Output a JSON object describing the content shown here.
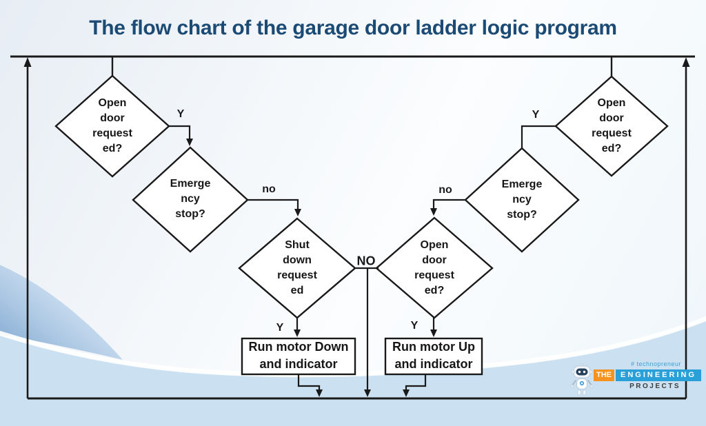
{
  "title": "The flow chart of the garage door ladder logic program",
  "flowchart": {
    "nodes": {
      "d1": {
        "label": "Open\ndoor\nrequest\ned?"
      },
      "d2": {
        "label": "Emerge\nncy\nstop?"
      },
      "d3": {
        "label": "Shut\ndown\nrequest\ned"
      },
      "d4": {
        "label": "Open\ndoor\nrequest\ned?"
      },
      "d5": {
        "label": "Emerge\nncy\nstop?"
      },
      "d6": {
        "label": "Open\ndoor\nrequest\ned?"
      },
      "b1": {
        "label": "Run motor Down\nand indicator"
      },
      "b2": {
        "label": "Run motor Up\nand indicator"
      }
    },
    "edge_labels": {
      "left_y_top": "Y",
      "left_no": "no",
      "left_y_bottom": "Y",
      "center_no": "NO",
      "right_y_bottom": "Y",
      "right_no": "no",
      "right_y_top": "Y"
    }
  },
  "logo": {
    "tagline": "# technopreneur",
    "the": "THE",
    "engineering": "ENGINEERING",
    "projects": "PROJECTS"
  },
  "colors": {
    "title": "#1b4a74",
    "line": "#191919",
    "logo_orange": "#f6921e",
    "logo_blue": "#2aa0d8",
    "wave_blue": "#cbe1f1",
    "wave_dark": "#6f9cc9"
  }
}
